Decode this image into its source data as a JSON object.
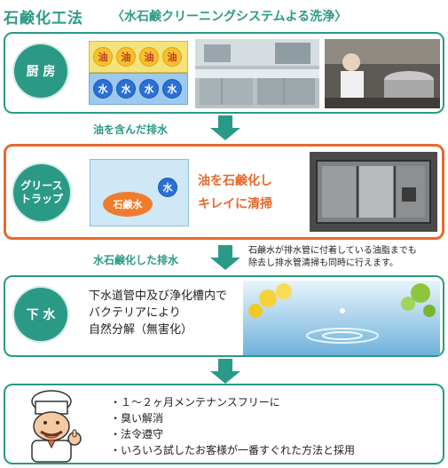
{
  "header": {
    "title": "石鹸化工法",
    "subtitle": "〈水石鹸クリーニングシステムよる洗浄〉"
  },
  "kitchen": {
    "label": "厨 房",
    "oil_chars": [
      "油",
      "油",
      "油",
      "油"
    ],
    "water_chars": [
      "水",
      "水",
      "水",
      "水"
    ]
  },
  "step1": {
    "label": "油を含んだ排水"
  },
  "grease_trap": {
    "label_line1": "グリース",
    "label_line2": "トラップ",
    "soap_label": "石鹸水",
    "water_char": "水",
    "effect_line1": "油を石鹸化し",
    "effect_line2": "キレイに清掃"
  },
  "step2": {
    "label": "水石鹸化した排水",
    "note_line1": "石鹸水が排水管に付着している油脂までも",
    "note_line2": "除去し排水管清掃も同時に行えます。"
  },
  "sewer": {
    "label": "下 水",
    "text_line1": "下水道管中及び浄化槽内で",
    "text_line2": "バクテリアにより",
    "text_line3": "自然分解（無害化）"
  },
  "benefits": {
    "items": [
      "・１～２ヶ月メンテナンスフリーに",
      "・臭い解消",
      "・法令遵守",
      "・いろいろ試したお客様が一番すぐれた方法と採用"
    ]
  },
  "colors": {
    "teal": "#2a9a86",
    "orange": "#e8692d",
    "oil_yellow": "#f6c12a",
    "water_blue": "#2a6fd6"
  }
}
